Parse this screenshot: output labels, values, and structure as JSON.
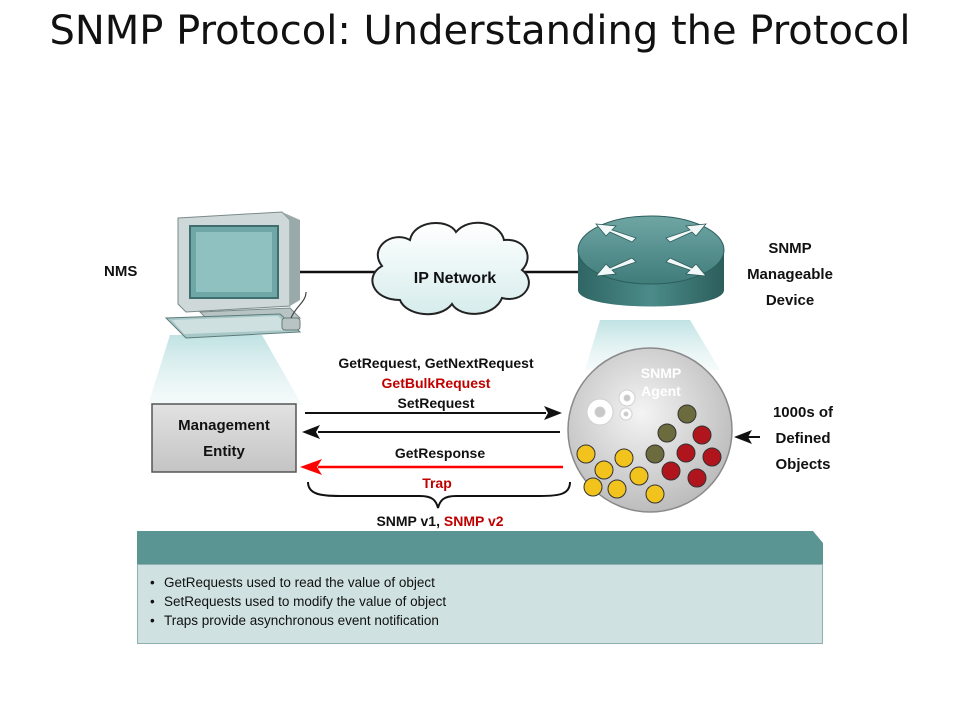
{
  "slide": {
    "title": "SNMP Protocol: Understanding the Protocol"
  },
  "diagram": {
    "nms_label": "NMS",
    "cloud_label": "IP Network",
    "device_label": [
      "SNMP",
      "Manageable",
      "Device"
    ],
    "agent_label": [
      "SNMP",
      "Agent"
    ],
    "management_entity": [
      "Management",
      "Entity"
    ],
    "objects_label": [
      "1000s of",
      "Defined",
      "Objects"
    ],
    "messages": {
      "request_line1": "GetRequest, GetNextRequest",
      "request_line2": "GetBulkRequest",
      "request_line3": "SetRequest",
      "response": "GetResponse",
      "trap": "Trap"
    },
    "versions": {
      "v1": "SNMP v1, ",
      "v2": "SNMP v2"
    },
    "colors": {
      "red_text": "#c00000",
      "trap_arrow": "#ff0000",
      "device_teal": "#3f7c7a",
      "panel_header": "#5b9593",
      "panel_body": "#cfe1e1"
    }
  },
  "info_panel": {
    "bullets": [
      "GetRequests used to read the value of object",
      "SetRequests used to modify the value of object",
      "Traps provide asynchronous event notification"
    ]
  }
}
